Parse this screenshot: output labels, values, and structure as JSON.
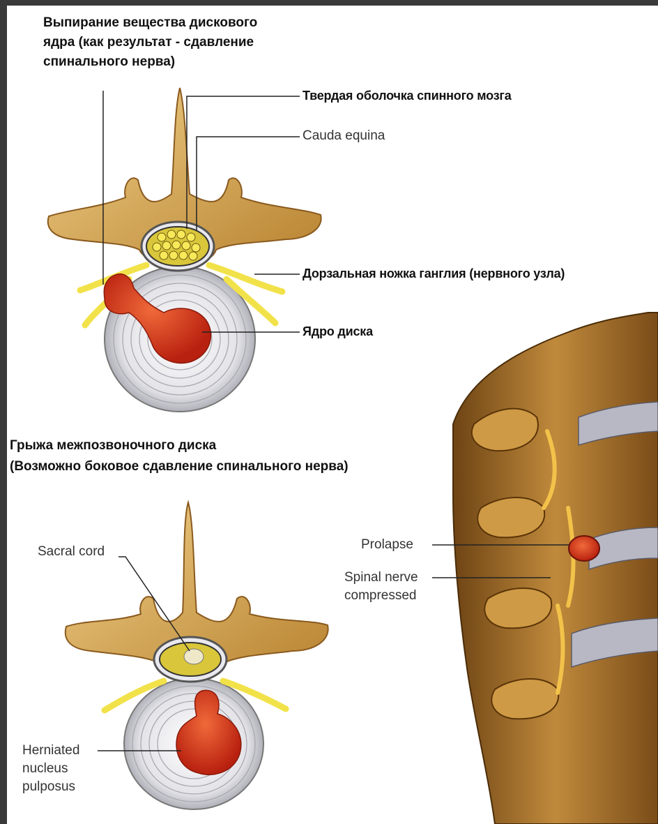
{
  "top_caption": [
    "Выпирание вещества дискового",
    "ядра (как результат - сдавление",
    "спинального нерва)"
  ],
  "labels": {
    "dura": "Твердая оболочка спинного мозга",
    "cauda": "Cauda equina",
    "dorsal_root": "Дорзальная ножка ганглия (нервного узла)",
    "nucleus": "Ядро диска",
    "sacral_cord": "Sacral cord",
    "herniated": [
      "Herniated",
      "nucleus",
      "pulposus"
    ],
    "prolapse": "Prolapse",
    "spinal_nerve": [
      "Spinal nerve",
      "compressed"
    ]
  },
  "bottom_caption": [
    "Грыжа межпозвоночного диска",
    "(Возможно боковое сдавление спинального нерва)"
  ],
  "colors": {
    "bone": "#d6a94f",
    "bone_dark": "#8a5a1e",
    "nerve": "#f2e24a",
    "nucleus": "#d8321b",
    "disc": "#e9e9ec",
    "background": "#ffffff",
    "outer": "#3a3a3a"
  }
}
